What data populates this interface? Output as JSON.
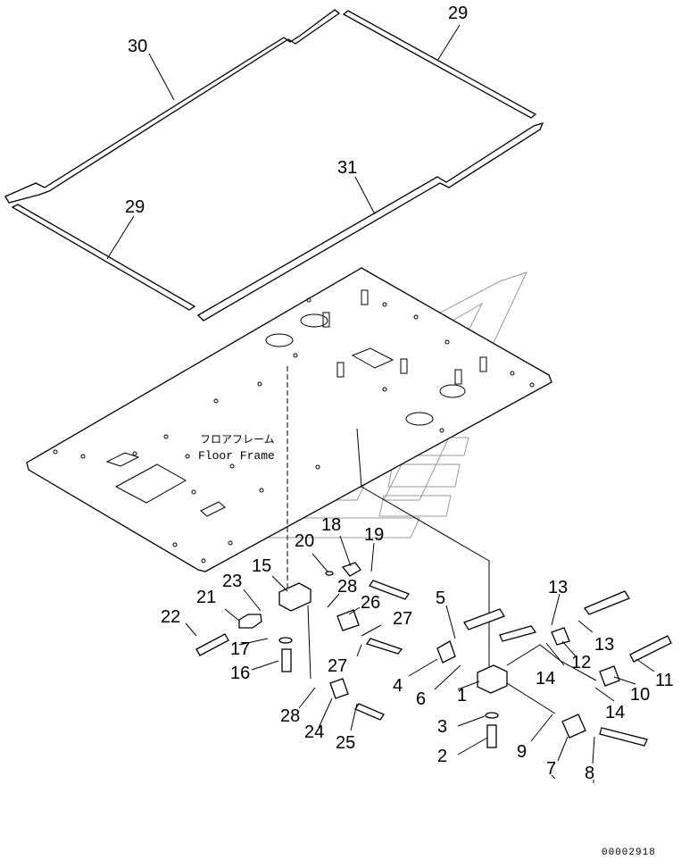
{
  "frame_label_jp": "フロアフレーム",
  "frame_label_en": "Floor Frame",
  "drawing_code": "00002918",
  "callouts": [
    {
      "id": "c29a",
      "text": "29"
    },
    {
      "id": "c30",
      "text": "30"
    },
    {
      "id": "c31",
      "text": "31"
    },
    {
      "id": "c29b",
      "text": "29"
    },
    {
      "id": "c18",
      "text": "18"
    },
    {
      "id": "c19",
      "text": "19"
    },
    {
      "id": "c20",
      "text": "20"
    },
    {
      "id": "c15",
      "text": "15"
    },
    {
      "id": "c23",
      "text": "23"
    },
    {
      "id": "c21",
      "text": "21"
    },
    {
      "id": "c28a",
      "text": "28"
    },
    {
      "id": "c26",
      "text": "26"
    },
    {
      "id": "c27a",
      "text": "27"
    },
    {
      "id": "c22",
      "text": "22"
    },
    {
      "id": "c17",
      "text": "17"
    },
    {
      "id": "c27b",
      "text": "27"
    },
    {
      "id": "c16",
      "text": "16"
    },
    {
      "id": "c28b",
      "text": "28"
    },
    {
      "id": "c24",
      "text": "24"
    },
    {
      "id": "c25",
      "text": "25"
    },
    {
      "id": "c5",
      "text": "5"
    },
    {
      "id": "c13a",
      "text": "13"
    },
    {
      "id": "c13b",
      "text": "13"
    },
    {
      "id": "c12",
      "text": "12"
    },
    {
      "id": "c4",
      "text": "4"
    },
    {
      "id": "c6",
      "text": "6"
    },
    {
      "id": "c1",
      "text": "1"
    },
    {
      "id": "c14a",
      "text": "14"
    },
    {
      "id": "c11",
      "text": "11"
    },
    {
      "id": "c10",
      "text": "10"
    },
    {
      "id": "c14b",
      "text": "14"
    },
    {
      "id": "c3",
      "text": "3"
    },
    {
      "id": "c2",
      "text": "2"
    },
    {
      "id": "c9",
      "text": "9"
    },
    {
      "id": "c7",
      "text": "7"
    },
    {
      "id": "c8",
      "text": "8"
    }
  ]
}
